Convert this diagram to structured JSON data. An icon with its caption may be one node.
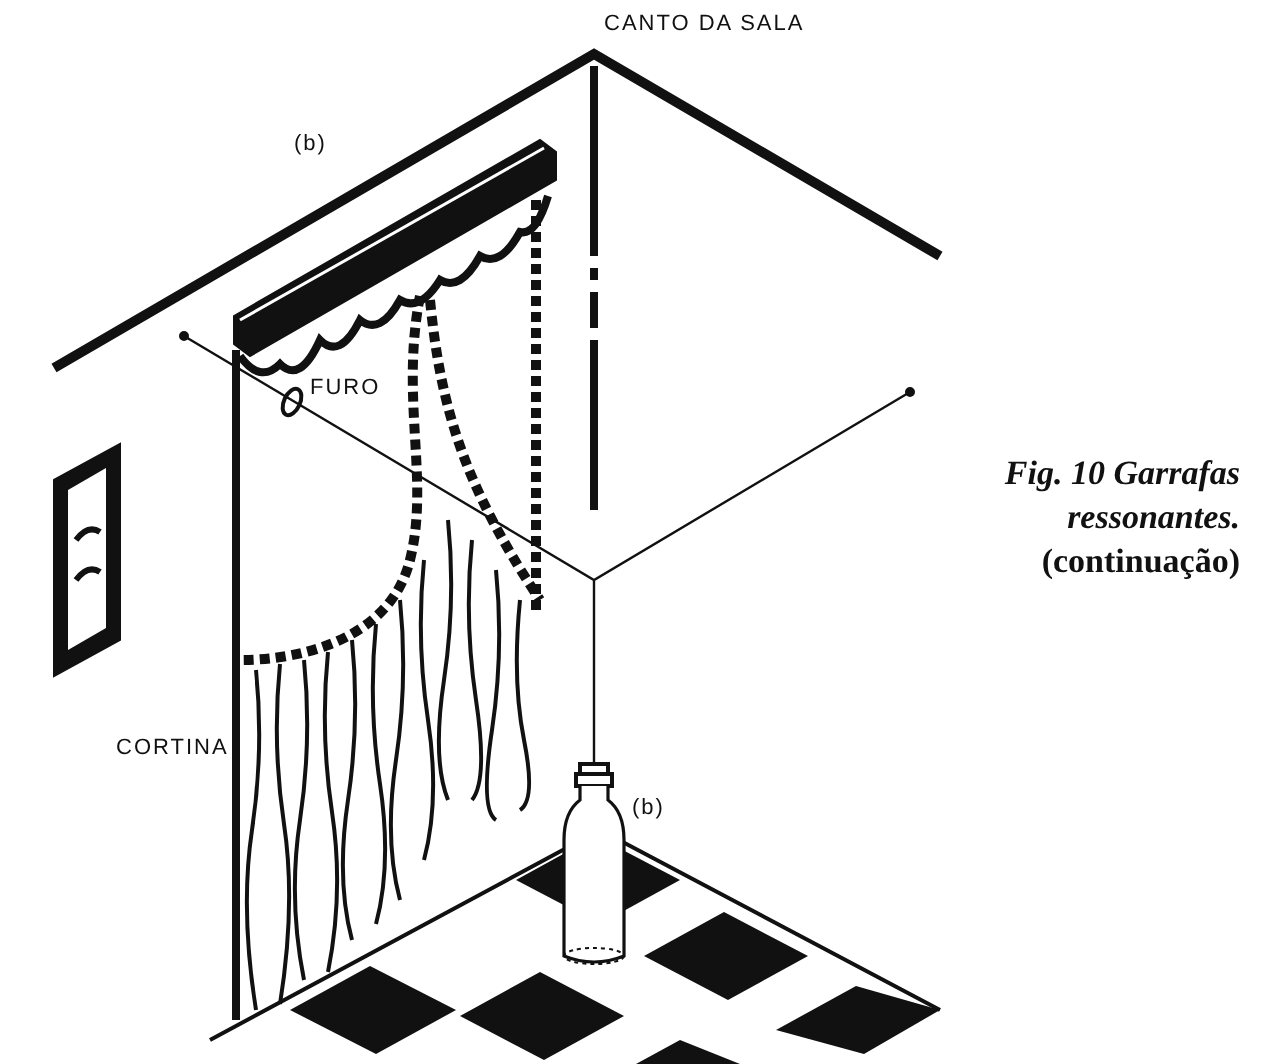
{
  "diagram": {
    "caption": "*Fig. 10 Garrafas ressonantes.* (continuação)",
    "labels": [
      "CANTO DA SALA",
      "(b)",
      "FURO",
      "CORTINA",
      "(b)"
    ]
  }
}
